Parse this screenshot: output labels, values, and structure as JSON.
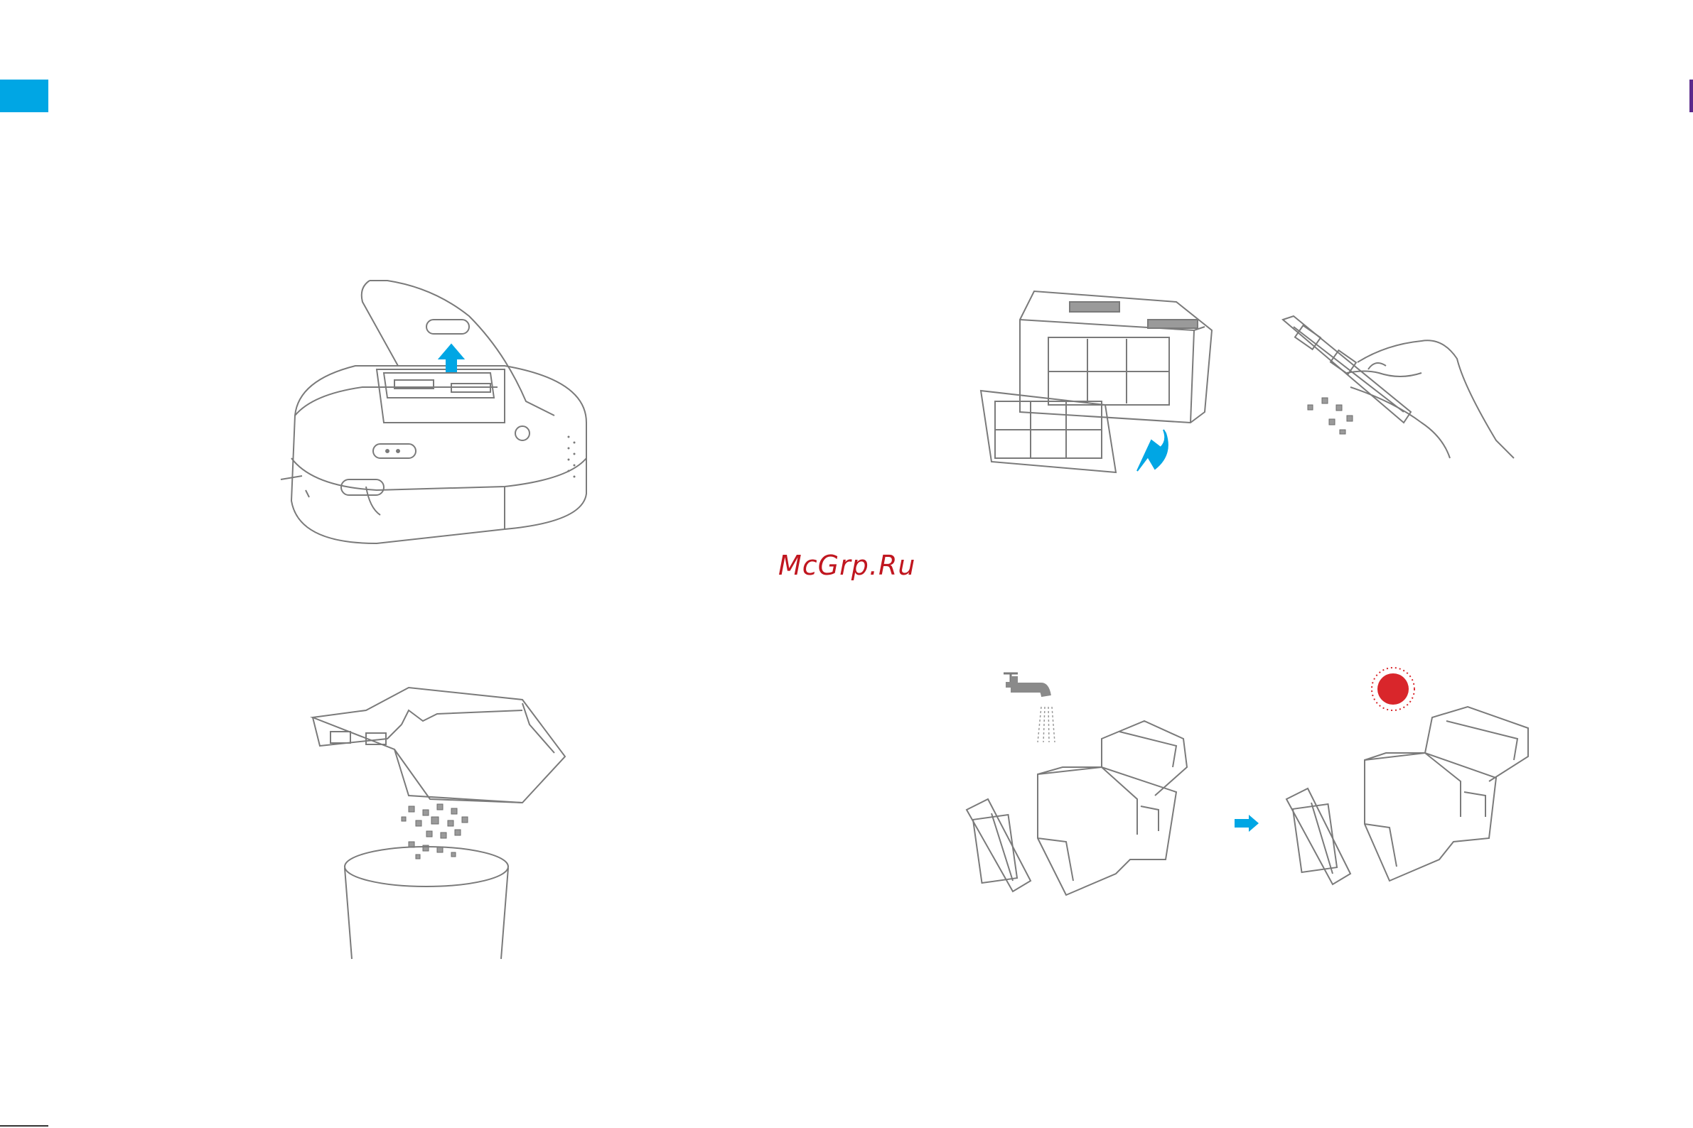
{
  "watermark": {
    "text": "McGrp.Ru"
  },
  "colors": {
    "accent": "#00a6e4",
    "secondary_tab": "#5b2a8c",
    "warning_sun": "#d9262b",
    "line_art": "#7a7a7a",
    "debris": "#8a8a8a"
  },
  "figures": [
    {
      "name": "robot-open-dustbin",
      "icon": "robot-vacuum-lid-open-with-up-arrow"
    },
    {
      "name": "empty-dustbin-into-trash",
      "icon": "dustbin-over-trash-can"
    },
    {
      "name": "remove-filter",
      "icon": "filter-removal-with-arrow"
    },
    {
      "name": "tap-filter-clean",
      "icon": "hand-tapping-filter"
    },
    {
      "name": "rinse-dustbin",
      "icon": "faucet-rinse-dustbin"
    },
    {
      "name": "dry-dustbin",
      "icon": "sun-dry-dustbin"
    }
  ]
}
